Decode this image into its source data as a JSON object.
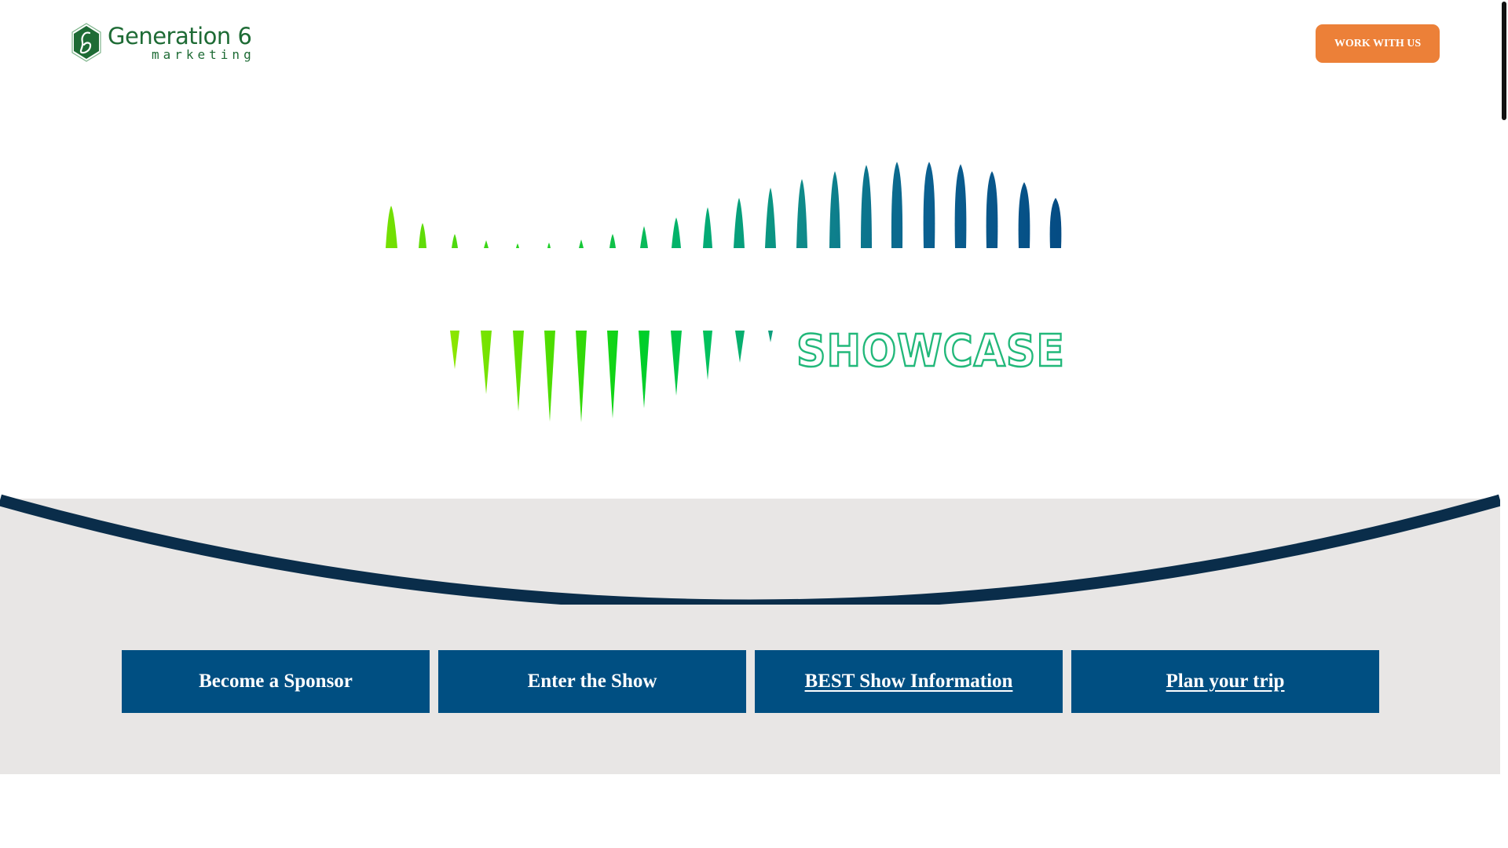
{
  "header": {
    "logo": {
      "title": "Generation 6",
      "subtitle": "marketing",
      "icon": "hexagon-g6-icon",
      "color": "#1e6b35"
    },
    "cta_label": "WORK WITH US",
    "cta_color": "#ec8038"
  },
  "hero": {
    "wordmark": "SHOWCASE",
    "wordmark_color": "#22b87a",
    "wave_icon": "soundwave-graphic"
  },
  "band": {
    "background": "#e8e6e5",
    "curve_color": "#0a2d4a",
    "buttons": [
      {
        "label": "Become a Sponsor",
        "underlined": false
      },
      {
        "label": "Enter the Show",
        "underlined": false
      },
      {
        "label": "BEST Show Information",
        "underlined": true
      },
      {
        "label": "Plan your trip",
        "underlined": true
      }
    ],
    "button_color": "#004f82"
  }
}
